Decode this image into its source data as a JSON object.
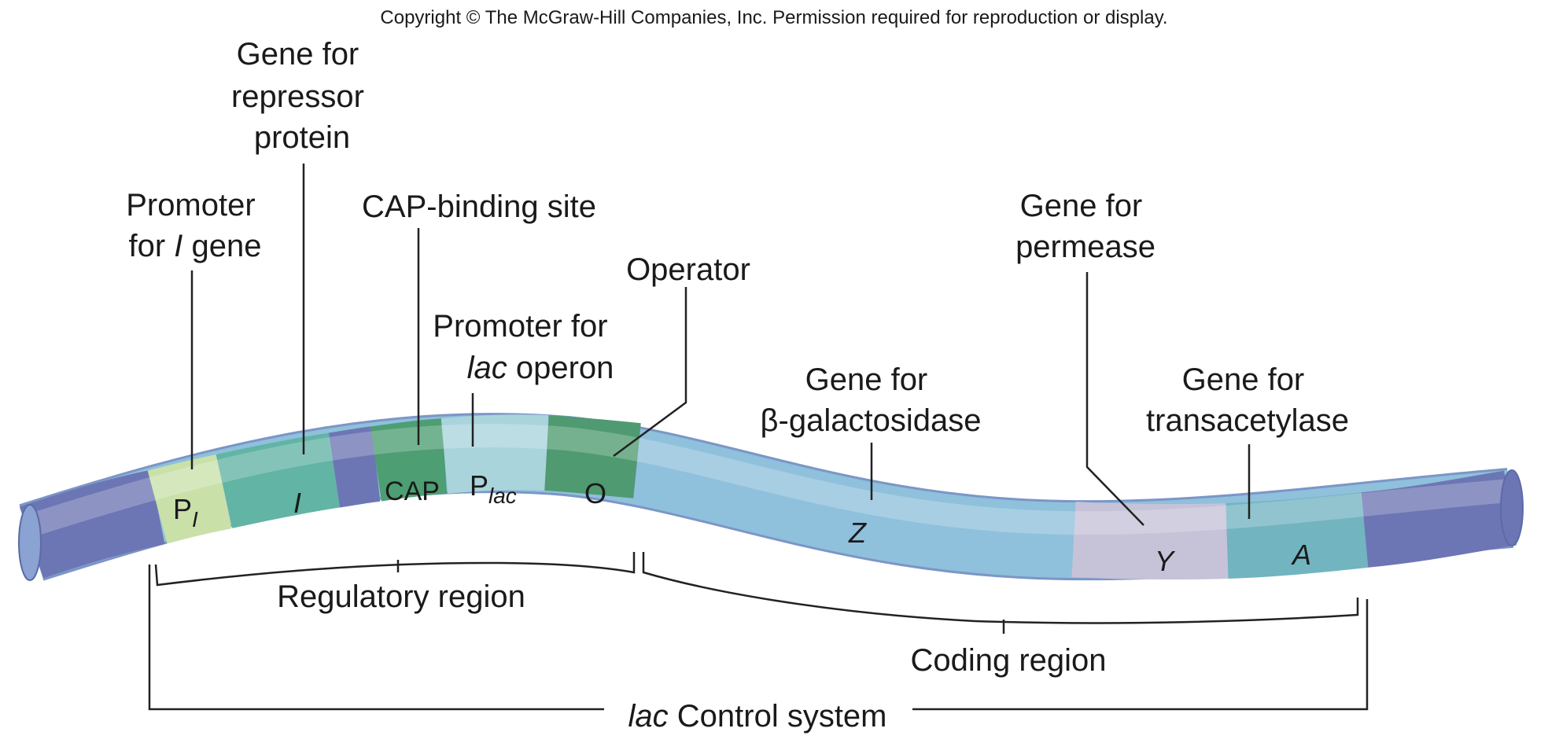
{
  "copyright": "Copyright © The McGraw-Hill Companies, Inc. Permission required for reproduction or display.",
  "labels": {
    "repressor_gene": [
      "Gene for",
      "repressor",
      "protein"
    ],
    "promoter_i": {
      "line1": "Promoter",
      "line2_pre": "for ",
      "line2_ital": "I",
      "line2_post": " gene"
    },
    "cap_site": "CAP-binding site",
    "promoter_lac": {
      "line1": "Promoter for",
      "line2_ital": "lac",
      "line2_post": " operon"
    },
    "operator": "Operator",
    "beta_gal": [
      "Gene for",
      "β-galactosidase"
    ],
    "permease": [
      "Gene for",
      "permease"
    ],
    "transacetylase": [
      "Gene for",
      "transacetylase"
    ]
  },
  "segments": {
    "pi_main": "P",
    "pi_sub": "I",
    "i": "I",
    "cap": "CAP",
    "plac_main": "P",
    "plac_sub": "lac",
    "o": "O",
    "z": "Z",
    "y": "Y",
    "a": "A"
  },
  "brackets": {
    "regulatory": "Regulatory region",
    "coding": "Coding region",
    "control_ital": "lac",
    "control_rest": " Control system"
  },
  "colors": {
    "dna_blue": "#8fc0dc",
    "dna_dark": "#6d76b4",
    "promoter_i": "#c9e0a9",
    "i_gene": "#62b4a4",
    "cap": "#4d9e72",
    "plac": "#a9d4dc",
    "operator": "#4f9a70",
    "permease": "#c6c2d8",
    "transacetylase": "#72b4c0"
  }
}
